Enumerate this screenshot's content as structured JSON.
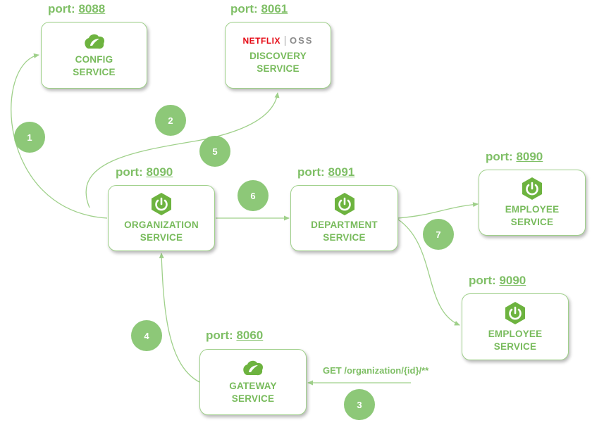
{
  "nodes": {
    "config": {
      "port_prefix": "port: ",
      "port": "8088",
      "line1": "CONFIG",
      "line2": "SERVICE",
      "icon": "spring-leaf-icon"
    },
    "discovery": {
      "port_prefix": "port: ",
      "port": "8061",
      "line1": "DISCOVERY",
      "line2": "SERVICE",
      "logo_left": "NETFLIX",
      "logo_right": "OSS"
    },
    "organization": {
      "port_prefix": "port: ",
      "port": "8090",
      "line1": "ORGANIZATION",
      "line2": "SERVICE",
      "icon": "spring-boot-power-icon"
    },
    "department": {
      "port_prefix": "port: ",
      "port": "8091",
      "line1": "DEPARTMENT",
      "line2": "SERVICE",
      "icon": "spring-boot-power-icon"
    },
    "employee1": {
      "port_prefix": "port: ",
      "port": "8090",
      "line1": "EMPLOYEE",
      "line2": "SERVICE",
      "icon": "spring-boot-power-icon"
    },
    "employee2": {
      "port_prefix": "port: ",
      "port": "9090",
      "line1": "EMPLOYEE",
      "line2": "SERVICE",
      "icon": "spring-boot-power-icon"
    },
    "gateway": {
      "port_prefix": "port: ",
      "port": "8060",
      "line1": "GATEWAY",
      "line2": "SERVICE",
      "icon": "spring-leaf-icon"
    }
  },
  "steps": [
    "1",
    "2",
    "3",
    "4",
    "5",
    "6",
    "7"
  ],
  "request_label": "GET /organization/{id}/**",
  "colors": {
    "accent": "#78bb5c",
    "badge": "#8dc878",
    "hexagon": "#6db33f",
    "arrow": "#9fd08a"
  }
}
